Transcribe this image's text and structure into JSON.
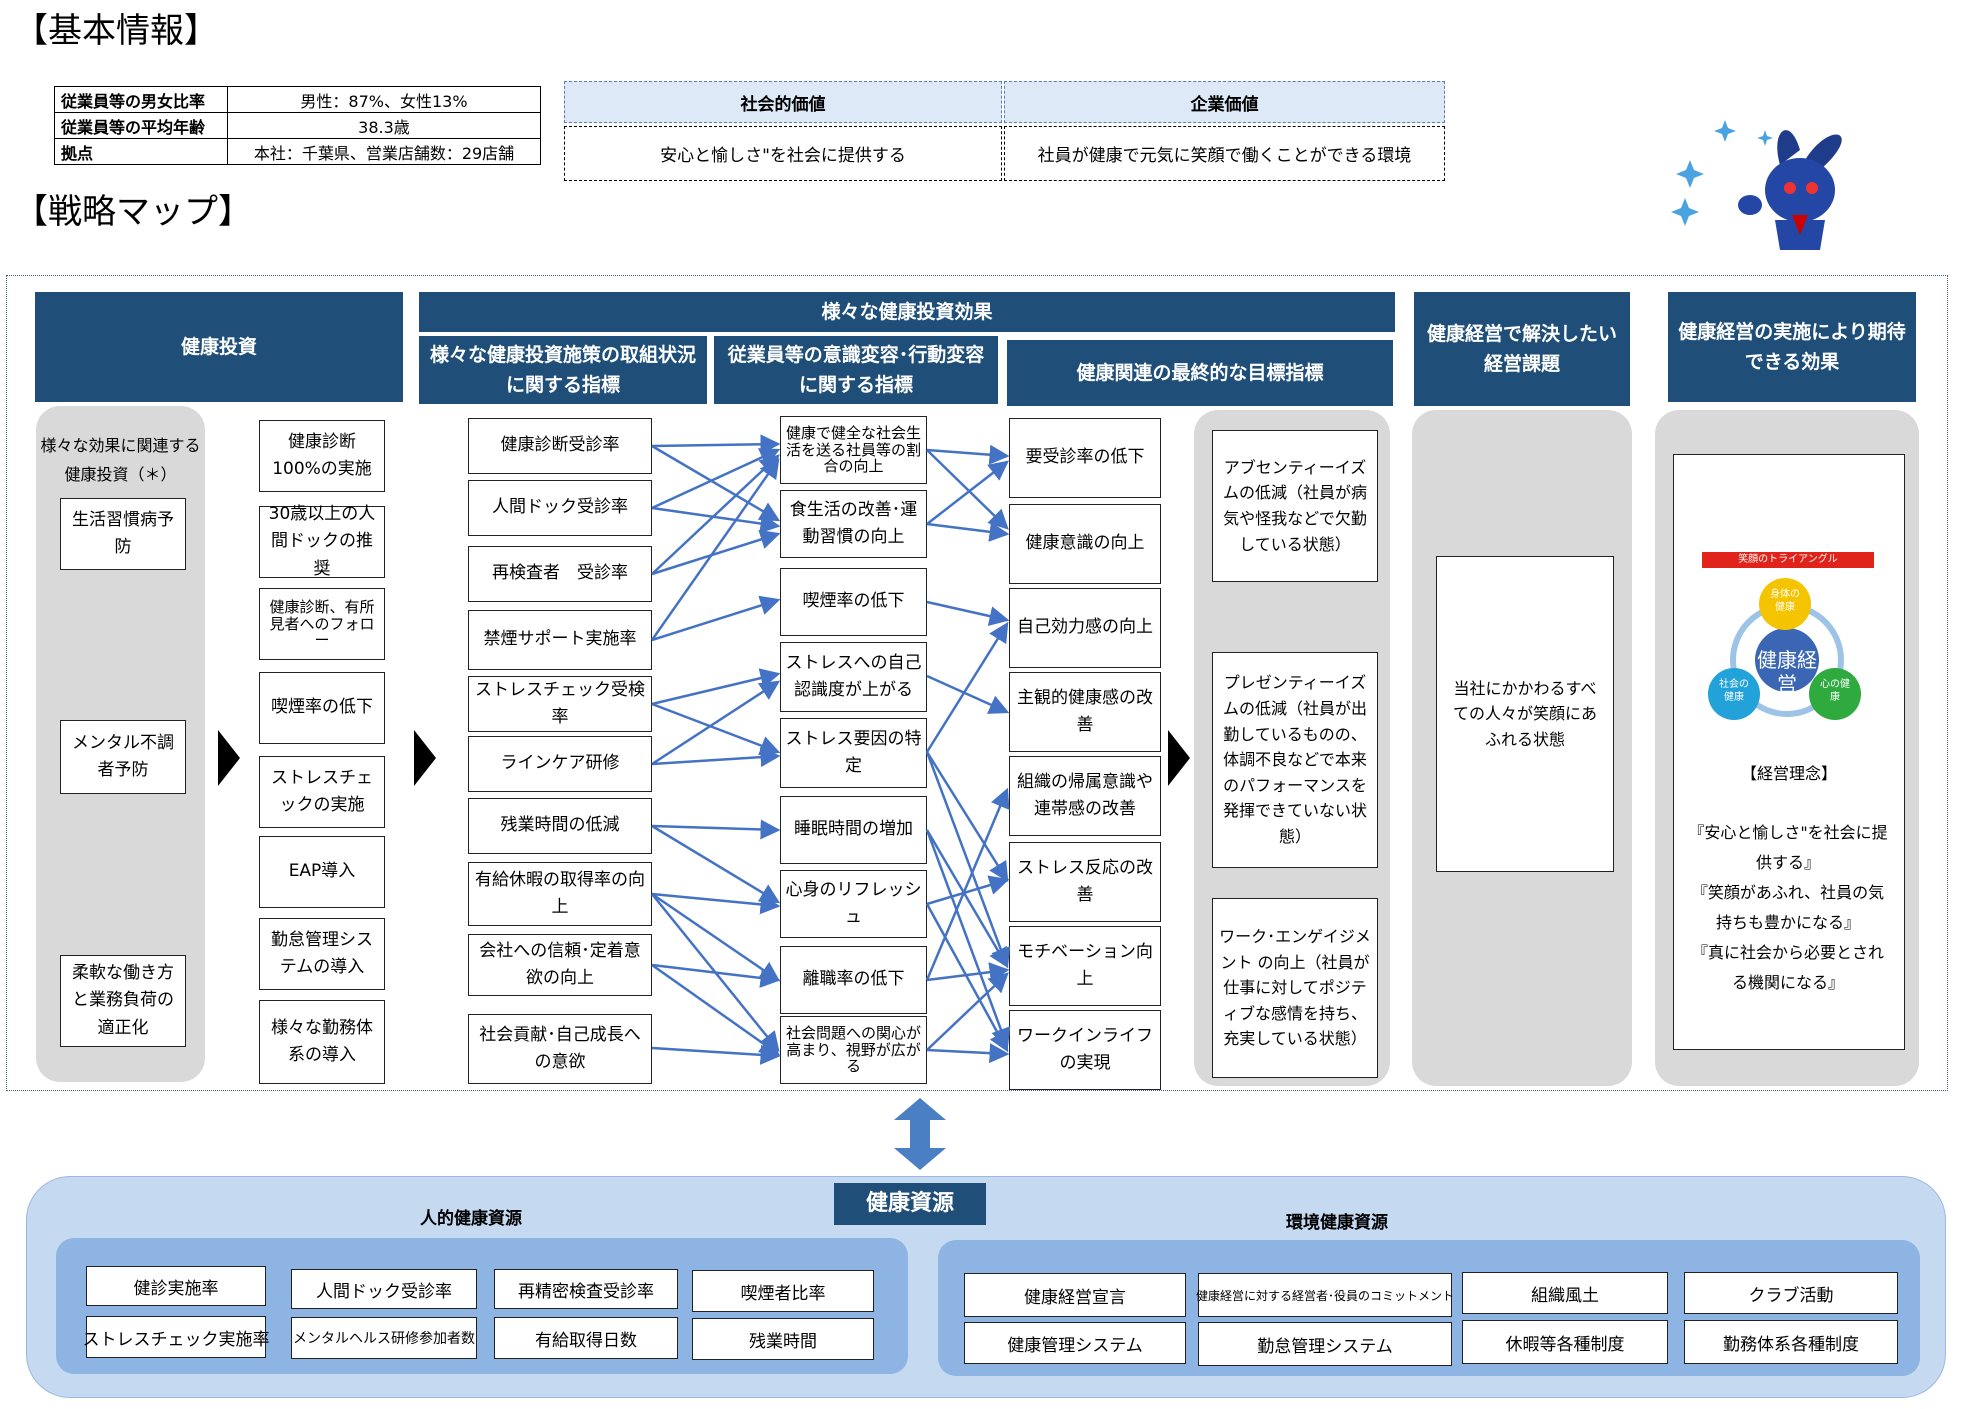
{
  "basic_info": {
    "title": "【基本情報】",
    "rows": [
      {
        "label": "従業員等の男女比率",
        "value": "男性：87%、女性13%"
      },
      {
        "label": "従業員等の平均年齢",
        "value": "38.3歳"
      },
      {
        "label": "拠点",
        "value": "本社：千葉県、営業店舗数：29店舗"
      }
    ]
  },
  "values": {
    "social_label": "社会的価値",
    "social_text": "安心と愉しさ\"を社会に提供する",
    "corporate_label": "企業価値",
    "corporate_text": "社員が健康で元気に笑顔で働くことができる環境"
  },
  "strategy_map": {
    "title": "【戦略マップ】",
    "headers": {
      "investment": "健康投資",
      "effects": "様々な健康投資効果",
      "initiative_indicators": "様々な健康投資施策の取組状況に関する指標",
      "awareness_indicators": "従業員等の意識変容･行動変容に関する指標",
      "final_indicators": "健康関連の最終的な目標指標",
      "issues": "健康経営で解決したい経営課題",
      "expected": "健康経営の実施により期待できる効果"
    },
    "col1": {
      "intro": "様々な効果に関連する健康投資（＊）",
      "items": [
        "生活習慣病予防",
        "メンタル不調者予防",
        "柔軟な働き方と業務負荷の適正化"
      ]
    },
    "col2": [
      "健康診断100%の実施",
      "30歳以上の人間ドックの推奨",
      "健康診断、有所見者へのフォロー",
      "喫煙率の低下",
      "ストレスチェックの実施",
      "EAP導入",
      "勤怠管理システムの導入",
      "様々な勤務体系の導入"
    ],
    "col3": [
      "健康診断受診率",
      "人間ドック受診率",
      "再検査者　受診率",
      "禁煙サポート実施率",
      "ストレスチェック受検率",
      "ラインケア研修",
      "残業時間の低減",
      "有給休暇の取得率の向上",
      "会社への信頼･定着意欲の向上",
      "社会貢献･自己成長への意欲"
    ],
    "col4": [
      "健康で健全な社会生活を送る社員等の割合の向上",
      "食生活の改善･運動習慣の向上",
      "喫煙率の低下",
      "ストレスへの自己認識度が上がる",
      "ストレス要因の特定",
      "睡眠時間の増加",
      "心身のリフレッシュ",
      "離職率の低下",
      "社会問題への関心が高まり、視野が広がる"
    ],
    "col5": [
      "要受診率の低下",
      "健康意識の向上",
      "自己効力感の向上",
      "主観的健康感の改善",
      "組織の帰属意識や連帯感の改善",
      "ストレス反応の改善",
      "モチベーション向上",
      "ワークインライフの実現"
    ],
    "col6": [
      "アブセンティーイズムの低減（社員が病気や怪我などで欠勤している状態）",
      "プレゼンティーイズムの低減（社員が出勤しているものの、体調不良などで本来のパフォーマンスを発揮できていない状態）",
      "ワーク･エンゲイジメント の向上（社員が仕事に対してポジティブな感情を持ち、充実している状態）"
    ],
    "col7": "当社にかかわるすべての人々が笑顔にあふれる状態",
    "col8": {
      "triangle_title": "笑顔のトライアングル",
      "center": "健康経営",
      "physical": "身体の健康",
      "mental": "心の健康",
      "social": "社会の健康",
      "philosophy_title": "【経営理念】",
      "philosophy": [
        "『安心と愉しさ\"を社会に提供する』",
        "『笑顔があふれ、社員の気持ちも豊かになる』",
        "『真に社会から必要とされる機関になる』"
      ]
    }
  },
  "resources": {
    "title": "健康資源",
    "human_title": "人的健康資源",
    "human": [
      "健診実施率",
      "人間ドック受診率",
      "再精密検査受診率",
      "喫煙者比率",
      "ストレスチェック実施率",
      "メンタルヘルス研修参加者数",
      "有給取得日数",
      "残業時間"
    ],
    "env_title": "環境健康資源",
    "env": [
      "健康経営宣言",
      "健康経営に対する経営者･役員のコミットメント",
      "組織風土",
      "クラブ活動",
      "健康管理システム",
      "勤怠管理システム",
      "休暇等各種制度",
      "勤務体系各種制度"
    ]
  },
  "colors": {
    "header": "#1f4e79",
    "arrow": "#4472c4",
    "column_bg": "#d9d9d9",
    "resource_outer": "#c5d9f1",
    "resource_inner": "#8eb4e3"
  }
}
